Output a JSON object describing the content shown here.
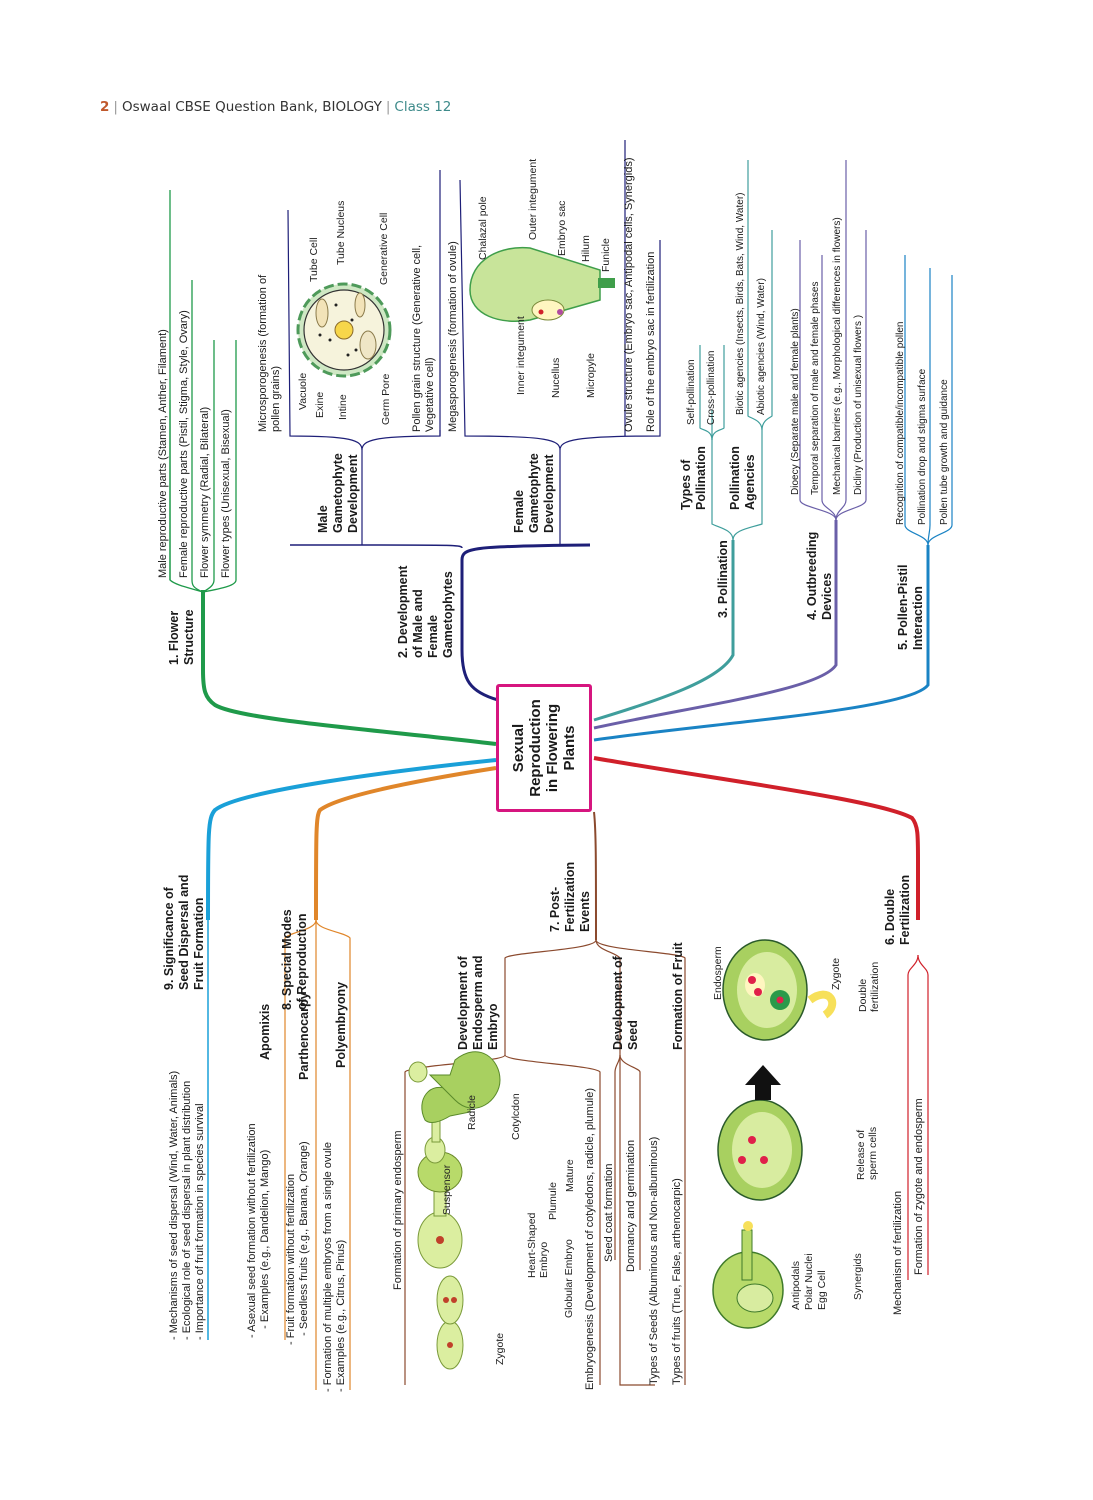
{
  "header": {
    "page_number": "2",
    "title": "Oswaal CBSE Question Bank, BIOLOGY",
    "class_label": "Class 12"
  },
  "colors": {
    "center_border": "#d6157f",
    "flower_structure": "#1f9a4a",
    "gametophytes": "#1e1f78",
    "pollination": "#3f9e9c",
    "outbreeding": "#6a5fa8",
    "pollen_pistil": "#1a83c4",
    "double_fertilization": "#d0202a",
    "post_fertilization": "#8b4a2e",
    "special_modes": "#e0862a",
    "seed_dispersal": "#1aa0d8"
  },
  "center": {
    "title_lines": [
      "Sexual",
      "Reproduction",
      "in Flowering",
      "Plants"
    ]
  },
  "branches": {
    "flower_structure": {
      "title_lines": [
        "1. Flower",
        "Structure"
      ],
      "items": [
        "Male reproductive parts (Stamen, Anther, Filament)",
        "Female reproductive parts (Pistil, Stigma, Style, Ovary)",
        "Flower symmetry (Radial, Bilateral)",
        "Flower types (Unisexual, Bisexual)"
      ]
    },
    "gametophytes": {
      "title_lines": [
        "2. Development",
        "of Male and",
        "Female",
        "Gametophytes"
      ],
      "male": {
        "title_lines": [
          "Male",
          "Gametophyte",
          "Development"
        ],
        "items": [
          [
            "Microsporogenesis (formation of",
            "pollen grains)"
          ],
          [
            "Pollen grain structure (Generative cell,",
            "Vegetative cell)"
          ]
        ],
        "diagram_labels": [
          "Vacuole",
          "Exine",
          "Intine",
          "Tube Cell",
          "Tube Nucleus",
          "Generative Cell",
          "Germ Pore"
        ]
      },
      "female": {
        "title_lines": [
          "Female",
          "Gametophyte",
          "Development"
        ],
        "items": [
          "Megasporogenesis (formation of ovule)",
          "Ovule structure (Embryo sac, Antipodal cells, Synergids)",
          "Role of the embryo sac in fertilization"
        ],
        "diagram_labels": [
          "Chalazal pole",
          "Outer integument",
          "Embryo sac",
          "Hilum",
          "Funicle",
          "Inner integument",
          "Nucellus",
          "Micropyle"
        ]
      }
    },
    "pollination": {
      "title": "3. Pollination",
      "types": {
        "title_lines": [
          "Types of",
          "Pollination"
        ],
        "items": [
          "Self-pollination",
          "Cross-pollination"
        ]
      },
      "agencies": {
        "title_lines": [
          "Pollination",
          "Agencies"
        ],
        "items": [
          "Biotic agencies (Insects, Birds, Bats, Wind, Water)",
          "Abiotic agencies (Wind, Water)"
        ]
      }
    },
    "outbreeding": {
      "title_lines": [
        "4. Outbreeding",
        "Devices"
      ],
      "items": [
        "Dioecy (Separate male and female plants)",
        "Temporal separation of male and female phases",
        "Mechanical barriers (e.g., Morphological differences in flowers)",
        "Dicliny (Production of unisexual flowers )"
      ]
    },
    "pollen_pistil": {
      "title_lines": [
        "5.  Pollen-Pistil",
        "Interaction"
      ],
      "items": [
        "Recognition of compatible/incompatible pollen",
        "Pollination drop and stigma surface",
        "Pollen tube growth and guidance"
      ]
    },
    "double_fertilization": {
      "title_lines": [
        "6. Double",
        "Fertilization"
      ],
      "items": [
        "Mechanism of fertilization",
        "Formation of zygote and endosperm"
      ],
      "diagram_labels": [
        "Antipodals",
        "Polar Nuclei",
        "Egg Cell",
        "Synergids",
        "Release of",
        "sperm cells",
        "Endosperm",
        "Zygote",
        "Double",
        "fertilization"
      ]
    },
    "post_fertilization": {
      "title_lines": [
        "7. Post-",
        "Fertilization",
        "Events"
      ],
      "endosperm_embryo": {
        "title_lines": [
          "Development of",
          "Endosperm and",
          "Embryo"
        ],
        "items": [
          "Formation of primary endosperm",
          "Embryogenesis (Development of cotyledons, radicle, plumule)"
        ],
        "diagram_labels": [
          "Zygote",
          "Globular Embryo",
          "Heart-Shaped",
          "Embryo",
          "Suspensor",
          "Radicle",
          "Cotylcdon",
          "Plumule",
          "Mature"
        ]
      },
      "seed": {
        "title_lines": [
          "Development of",
          "Seed"
        ],
        "items": [
          "Seed coat formation",
          "Dormancy and germination",
          "Types of Seeds (Albuminous and Non-albuminous)"
        ]
      },
      "fruit": {
        "title": "Formation of Fruit",
        "items": [
          "Types of fruits (True, False, arthenocarpic)"
        ]
      }
    },
    "special_modes": {
      "title_lines": [
        "8.  Special Modes",
        "of Reproduction"
      ],
      "apomixis": {
        "title": "Apomixis",
        "lines": [
          "- Asexual seed formation without fertilization",
          "   - Examples (e.g., Dandelion, Mango)"
        ]
      },
      "parthenocarpy": {
        "title": "Parthenocarpy",
        "lines": [
          "- Fruit formation without fertilization",
          "   - Seedless fruits (e.g., Banana, Orange)"
        ]
      },
      "polyembryony": {
        "title": "Polyembryony",
        "lines": [
          "- Formation of multiple embryos from a single ovule",
          "- Examples (e.g., Citrus, Pinus)"
        ]
      }
    },
    "seed_dispersal": {
      "title_lines": [
        "9. Significance of",
        "Seed Dispersal and",
        "Fruit Formation"
      ],
      "lines": [
        "- Mechanisms of seed dispersal (Wind, Water, Animals)",
        "- Ecological role of seed dispersal in plant distribution",
        "- Importance of fruit formation in species survival"
      ]
    }
  }
}
